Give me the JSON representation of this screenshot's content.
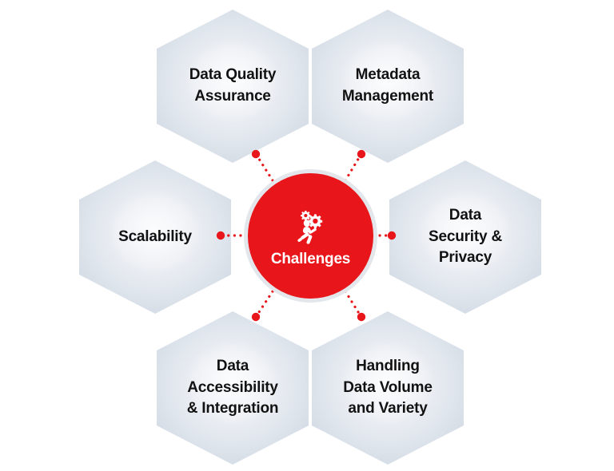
{
  "diagram": {
    "title": "Challenges",
    "type": "hexagon-hub-and-spoke",
    "center": {
      "label": "Challenges",
      "icon": "person-carrying-gears-icon",
      "fill_color": "#e8161a",
      "ring_color": "#e3e7ec",
      "text_color": "#ffffff"
    },
    "accent_color": "#e8161a",
    "node_fill_start": "#f2f5f8",
    "node_fill_end": "#d2dae4",
    "node_text_color": "#121212",
    "background_color": "#ffffff",
    "nodes": [
      {
        "id": "data-quality-assurance",
        "label": "Data Quality\nAssurance",
        "position": "top-left"
      },
      {
        "id": "metadata-management",
        "label": "Metadata\nManagement",
        "position": "top-right"
      },
      {
        "id": "scalability",
        "label": "Scalability",
        "position": "middle-left"
      },
      {
        "id": "data-security-privacy",
        "label": "Data\nSecurity &\nPrivacy",
        "position": "middle-right"
      },
      {
        "id": "data-accessibility",
        "label": "Data\nAccessibility\n& Integration",
        "position": "bottom-left"
      },
      {
        "id": "handling-data-volume",
        "label": "Handling\nData Volume\nand Variety",
        "position": "bottom-right"
      }
    ],
    "connectors": [
      {
        "from": "center",
        "to": "data-quality-assurance",
        "style": "dotted"
      },
      {
        "from": "center",
        "to": "metadata-management",
        "style": "dotted"
      },
      {
        "from": "center",
        "to": "scalability",
        "style": "dotted"
      },
      {
        "from": "center",
        "to": "data-security-privacy",
        "style": "dotted"
      },
      {
        "from": "center",
        "to": "data-accessibility",
        "style": "dotted"
      },
      {
        "from": "center",
        "to": "handling-data-volume",
        "style": "dotted"
      }
    ]
  }
}
